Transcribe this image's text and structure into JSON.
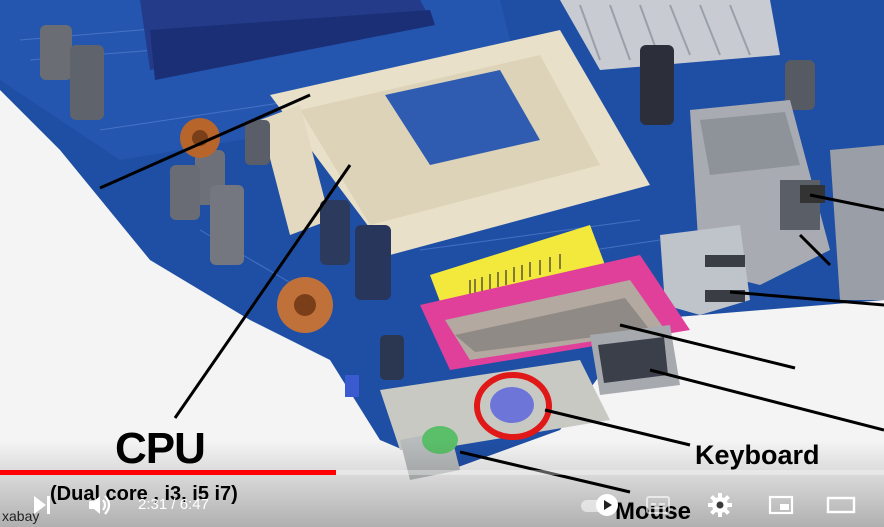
{
  "video": {
    "overlay_labels": {
      "cpu": "CPU",
      "cpu_detail": "(Dual core , i3, i5 i7)",
      "keyboard": "Keyboard",
      "mouse": "Mouse"
    },
    "watermark": "xabay",
    "progress": 0.38
  },
  "controls": {
    "current_time": "2:31",
    "separator": " / ",
    "duration": "6:47",
    "icons": {
      "play": "next-icon",
      "volume": "volume-icon",
      "autoplay": "autoplay-toggle-icon",
      "captions": "captions-icon",
      "settings": "gear-icon",
      "miniplayer": "miniplayer-icon",
      "theater": "theater-mode-icon"
    }
  },
  "colors": {
    "progress_played": "#ff0000",
    "pcb_blue": "#1f4fa5",
    "socket_cream": "#e8e0c8",
    "parallel_port_pink": "#e0409a",
    "highlight_circle": "#e01818"
  }
}
